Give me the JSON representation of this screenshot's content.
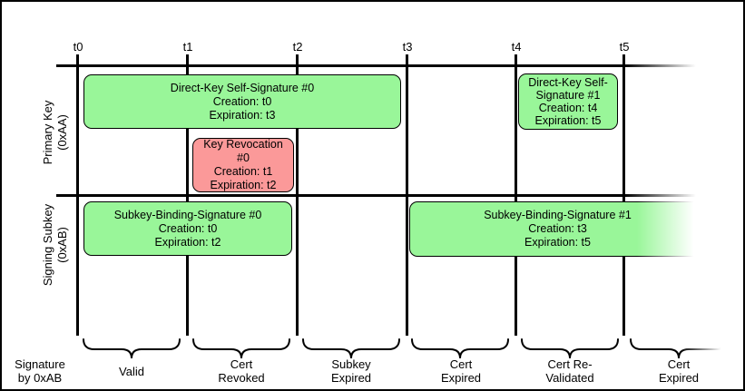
{
  "diagram": {
    "ticks": [
      "t0",
      "t1",
      "t2",
      "t3",
      "t4",
      "t5"
    ],
    "lanes": {
      "primary": {
        "line1": "Primary Key",
        "line2": "(0xAA)"
      },
      "subkey": {
        "line1": "Signing Subkey",
        "line2": "(0xAB)"
      }
    },
    "boxes": {
      "dks0": {
        "title": "Direct-Key Self-Signature #0",
        "creation": "Creation: t0",
        "expiration": "Expiration: t3",
        "status_color": "#99f699"
      },
      "rev0": {
        "title": "Key Revocation #0",
        "creation": "Creation: t1",
        "expiration": "Expiration: t2",
        "status_color": "#fb9999"
      },
      "dks1": {
        "title": "Direct-Key Self-Signature #1",
        "creation": "Creation: t4",
        "expiration": "Expiration: t5",
        "status_color": "#99f699"
      },
      "sbs0": {
        "title": "Subkey-Binding-Signature #0",
        "creation": "Creation: t0",
        "expiration": "Expiration: t2",
        "status_color": "#99f699"
      },
      "sbs1": {
        "title": "Subkey-Binding-Signature #1",
        "creation": "Creation: t3",
        "expiration": "Expiration: t5",
        "status_color": "#99f699"
      }
    },
    "bottom": {
      "row_label": {
        "line1": "Signature",
        "line2": "by 0xAB"
      },
      "periods": [
        {
          "line1": "Valid",
          "line2": ""
        },
        {
          "line1": "Cert",
          "line2": "Revoked"
        },
        {
          "line1": "Subkey",
          "line2": "Expired"
        },
        {
          "line1": "Cert",
          "line2": "Expired"
        },
        {
          "line1": "Cert Re-",
          "line2": "Validated"
        },
        {
          "line1": "Cert",
          "line2": "Expired"
        }
      ]
    },
    "colors": {
      "valid_fill": "#99f699",
      "revoked_fill": "#fb9999",
      "line": "#000000",
      "background": "#ffffff"
    }
  }
}
